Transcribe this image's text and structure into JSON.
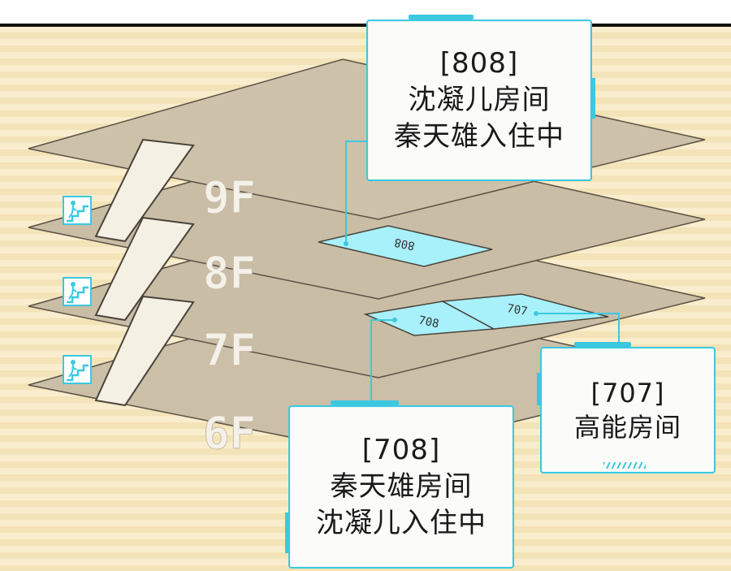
{
  "callouts": {
    "room_808": {
      "line1": "[808]",
      "line2": "沈凝儿房间",
      "line3": "秦天雄入住中"
    },
    "room_707": {
      "line1": "[707]",
      "line2": "高能房间"
    },
    "room_708": {
      "line1": "[708]",
      "line2": "秦天雄房间",
      "line3": "沈凝儿入住中"
    }
  },
  "floors": {
    "f9": "9F",
    "f8": "8F",
    "f7": "7F",
    "f6": "6F"
  },
  "rooms": {
    "r808": "808",
    "r707": "707",
    "r708": "708"
  },
  "colors": {
    "background": "#f7e7bf",
    "slab": "#c8bca5",
    "highlight": "#a8f0fa",
    "accent": "#3cc8e0"
  },
  "icons": [
    "stairs-icon",
    "stairs-icon",
    "stairs-icon"
  ]
}
